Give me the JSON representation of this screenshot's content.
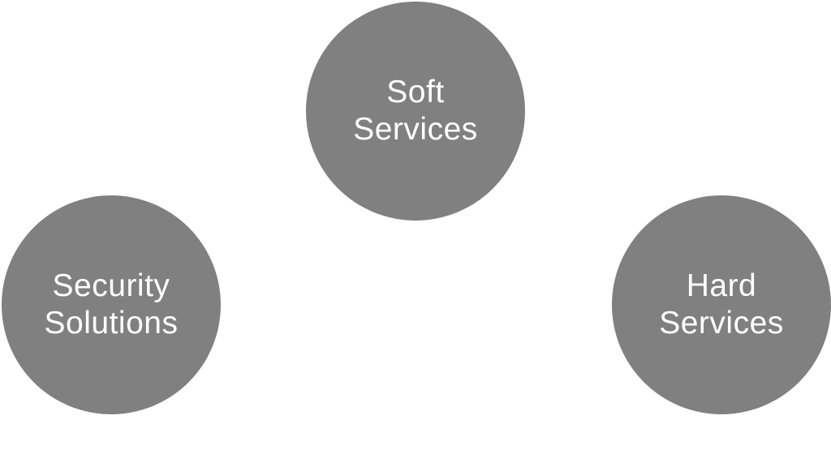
{
  "colors": {
    "background": "#ffffff",
    "node_fill": "#808080",
    "label_text": "#ffffff"
  },
  "nodes": [
    {
      "id": "soft",
      "label": "Soft\nServices"
    },
    {
      "id": "security",
      "label": "Security\nSolutions"
    },
    {
      "id": "hard",
      "label": "Hard\nServices"
    }
  ]
}
